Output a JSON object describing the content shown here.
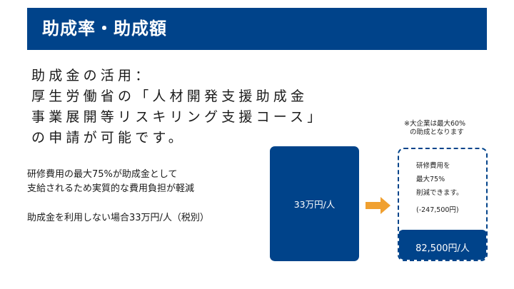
{
  "header": {
    "title": "助成率・助成額"
  },
  "lead": {
    "lines": [
      "助成金の活用：",
      "厚生労働省の「人材開発支援助成金",
      "事業展開等リスキリング支援コース」",
      "の申請が可能です。"
    ]
  },
  "body": {
    "paragraph1": [
      "研修費用の最大75%が助成金として",
      "支給されるため実質的な費用負担が軽減"
    ],
    "paragraph2": "助成金を利用しない場合33万円/人（税別）"
  },
  "note": {
    "lines": [
      "※大企業は最大60%",
      "の助成となります"
    ]
  },
  "comparison": {
    "before": {
      "label": "33万円/人"
    },
    "arrow_icon": "right-arrow-icon",
    "after": {
      "lines": [
        "研修費用を",
        "最大75%",
        "削減できます。",
        "(-247,500円)"
      ],
      "result": "82,500円/人"
    }
  },
  "colors": {
    "primary_blue": "#00438a",
    "arrow_orange": "#f0a030",
    "text": "#1a1a1a",
    "background": "#ffffff"
  }
}
